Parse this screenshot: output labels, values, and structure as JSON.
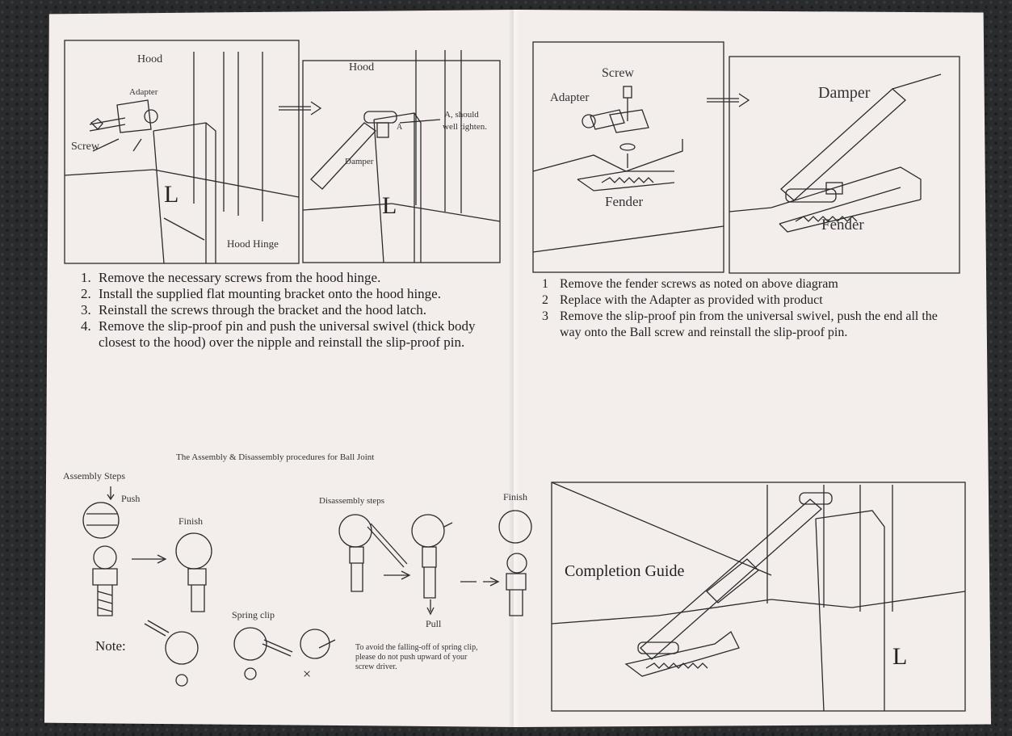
{
  "left_top": {
    "labels": {
      "hood_1": "Hood",
      "adapter_1": "Adapter",
      "screw_1": "Screw",
      "l_1": "L",
      "hood_hinge": "Hood Hinge",
      "hood_2": "Hood",
      "a_should": "A, should",
      "well_tighten": "well tighten.",
      "a_mark": "A",
      "damper_1": "Damper",
      "l_2": "L"
    },
    "steps": [
      {
        "num": "1.",
        "text": "Remove the necessary screws from the hood hinge."
      },
      {
        "num": "2.",
        "text": "Install the supplied flat mounting bracket onto the hood hinge."
      },
      {
        "num": "3.",
        "text": "Reinstall the screws through the bracket and the hood latch."
      },
      {
        "num": "4.",
        "text": "Remove the slip-proof pin and push the universal swivel (thick body closest to the hood) over the nipple and reinstall the slip-proof pin."
      }
    ]
  },
  "right_top": {
    "labels": {
      "screw": "Screw",
      "adapter": "Adapter",
      "fender_1": "Fender",
      "damper": "Damper",
      "fender_2": "Fender"
    },
    "steps": [
      {
        "num": "1",
        "text": "Remove the fender screws as noted on above diagram"
      },
      {
        "num": "2",
        "text": "Replace with the Adapter as provided with product"
      },
      {
        "num": "3",
        "text": "Remove the slip-proof pin from the universal swivel, push the end all the way onto the Ball screw and reinstall the slip-proof pin."
      }
    ]
  },
  "ball_joint": {
    "title": "The Assembly & Disassembly procedures for Ball Joint",
    "assembly_steps": "Assembly Steps",
    "push": "Push",
    "finish_1": "Finish",
    "disassembly_steps": "Disassembly steps",
    "finish_2": "Finish",
    "pull": "Pull",
    "spring_clip": "Spring clip",
    "note": "Note:",
    "warning": [
      "To avoid the falling-off of spring clip,",
      "please do not push upward of your",
      "screw driver."
    ],
    "mark_ok_1": "○",
    "mark_ok_2": "○",
    "mark_bad": "×"
  },
  "completion": {
    "title": "Completion Guide",
    "l_3": "L"
  }
}
